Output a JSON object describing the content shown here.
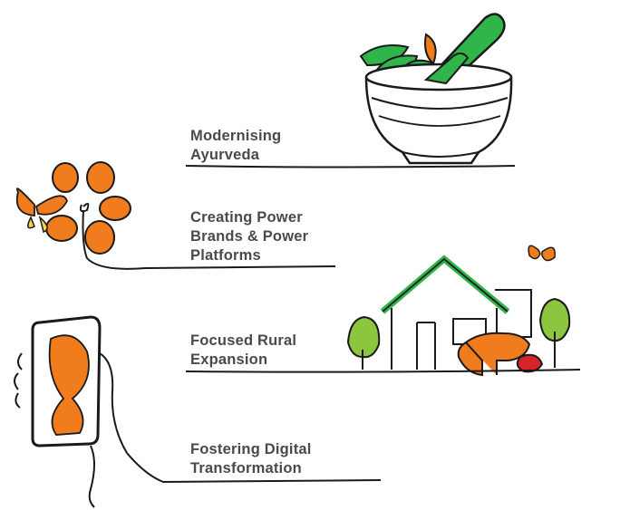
{
  "pillars": [
    {
      "lines": [
        "Modernising",
        "Ayurveda"
      ]
    },
    {
      "lines": [
        "Creating Power",
        "Brands & Power",
        "Platforms"
      ]
    },
    {
      "lines": [
        "Focused Rural",
        "Expansion"
      ]
    },
    {
      "lines": [
        "Fostering Digital",
        "Transformation"
      ]
    }
  ],
  "colors": {
    "orange": "#f07c1e",
    "green": "#2fb54a",
    "red": "#d6232a",
    "text": "#4a4a4a",
    "ink": "#1a1a1a"
  },
  "icons": [
    "mortar-pestle-icon",
    "flower-butterfly-icon",
    "house-cow-icon",
    "phone-hand-icon"
  ]
}
